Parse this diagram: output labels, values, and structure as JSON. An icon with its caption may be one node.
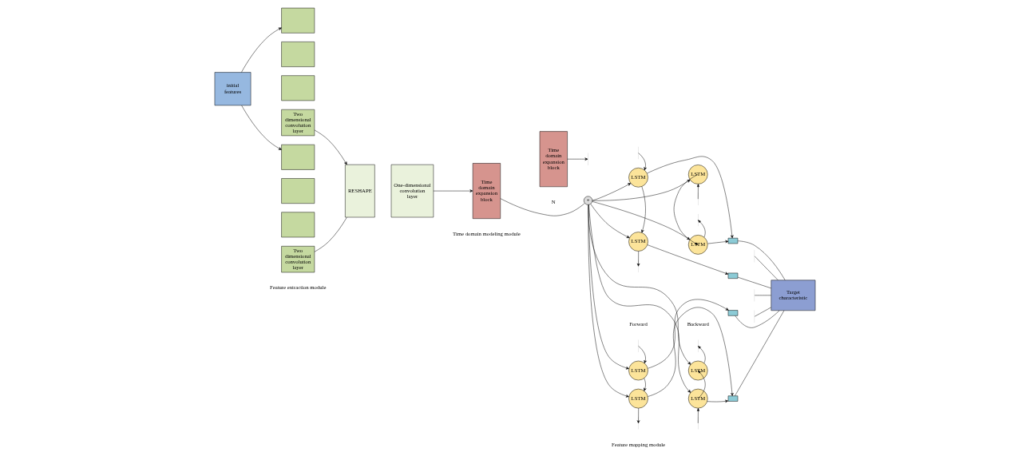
{
  "diagram": {
    "nodes": [
      {
        "text": [
          "initial features"
        ]
      },
      {
        "text": [],
        "shape": "box"
      },
      {
        "text": [],
        "shape": "box"
      },
      {
        "text": [],
        "shape": "box"
      },
      {
        "text": [
          "Two dimensional convolution layer"
        ]
      },
      {
        "text": [],
        "shape": "box"
      },
      {
        "text": [],
        "shape": "box"
      },
      {
        "text": [],
        "shape": "box"
      },
      {
        "text": [
          "Two dimensional convolution layer"
        ]
      },
      {
        "text": [
          "RESHAPE"
        ]
      },
      {
        "text": [
          "One-dimensional convolution layer"
        ]
      },
      {
        "text": [
          "Time domain expansion block"
        ]
      },
      {
        "text": [
          "Time domain expansion block"
        ]
      },
      {
        "text": [
          "+"
        ]
      },
      {
        "text": [
          "LSTM"
        ]
      },
      {
        "text": [
          "LSTM"
        ]
      },
      {
        "text": [
          "LSTM"
        ]
      },
      {
        "text": [
          "LSTM"
        ]
      },
      {
        "text": [
          "LSTM"
        ]
      },
      {
        "text": [
          "LSTM"
        ]
      },
      {
        "text": [
          "LSTM"
        ]
      },
      {
        "text": [
          "LSTM"
        ]
      },
      {
        "text": [],
        "shape": "box"
      },
      {
        "text": [],
        "shape": "box"
      },
      {
        "text": [],
        "shape": "box"
      },
      {
        "text": [],
        "shape": "box"
      },
      {
        "text": [
          "Target characteristic"
        ]
      }
    ],
    "edges": [
      {
        "from": 0,
        "to": 1,
        "arrow": "to"
      },
      {
        "from": 0,
        "to": 5,
        "arrow": "to"
      },
      {
        "from": 4,
        "to": 9,
        "arrow": "to"
      },
      {
        "from": 8,
        "to": 9,
        "arrow": "none"
      },
      {
        "from": 10,
        "to": 11,
        "arrow": "to"
      },
      {
        "from": 11,
        "to": 13,
        "arrow": "none"
      },
      {
        "from": 12,
        "to": null,
        "arrow": "to"
      },
      {
        "from": 13,
        "to": 14,
        "arrow": "to"
      },
      {
        "from": 13,
        "to": 15,
        "arrow": "to"
      },
      {
        "from": 13,
        "to": 16,
        "arrow": "to"
      },
      {
        "from": 13,
        "to": 17,
        "arrow": "to"
      },
      {
        "from": 13,
        "to": 18,
        "arrow": "to"
      },
      {
        "from": 13,
        "to": 19,
        "arrow": "to"
      },
      {
        "from": 13,
        "to": 20,
        "arrow": "to"
      },
      {
        "from": 13,
        "to": 21,
        "arrow": "to"
      },
      {
        "from": null,
        "to": 14,
        "arrow": "to"
      },
      {
        "from": 14,
        "to": 15,
        "arrow": "to"
      },
      {
        "from": 15,
        "to": null,
        "arrow": "to"
      },
      {
        "from": null,
        "to": 16,
        "arrow": "to"
      },
      {
        "from": 16,
        "to": 17,
        "arrow": "to"
      },
      {
        "from": 17,
        "to": null,
        "arrow": "to"
      },
      {
        "from": null,
        "to": 21,
        "arrow": "to"
      },
      {
        "from": 21,
        "to": 20,
        "arrow": "to"
      },
      {
        "from": 20,
        "to": null,
        "arrow": "to"
      },
      {
        "from": null,
        "to": 19,
        "arrow": "to"
      },
      {
        "from": 19,
        "to": 18,
        "arrow": "to"
      },
      {
        "from": 18,
        "to": null,
        "arrow": "to"
      },
      {
        "from": 18,
        "to": 22,
        "arrow": "to"
      },
      {
        "from": 14,
        "to": 22,
        "arrow": "to"
      },
      {
        "from": 15,
        "to": 23,
        "arrow": "to"
      },
      {
        "from": 16,
        "to": 24,
        "arrow": "to"
      },
      {
        "from": 21,
        "to": 25,
        "arrow": "to"
      },
      {
        "from": 17,
        "to": 25,
        "arrow": "to"
      },
      {
        "from": 22,
        "to": 26,
        "arrow": "none"
      },
      {
        "from": 23,
        "to": 26,
        "arrow": "none"
      },
      {
        "from": null,
        "to": 26,
        "arrow": "none"
      },
      {
        "from": null,
        "to": 26,
        "arrow": "none"
      },
      {
        "from": null,
        "to": 26,
        "arrow": "none"
      },
      {
        "from": 24,
        "to": 26,
        "arrow": "none"
      },
      {
        "from": 25,
        "to": 26,
        "arrow": "none"
      }
    ],
    "labels": [
      "Forward",
      "Backward",
      "N",
      "Feature extraction module",
      "Time domain modeling module",
      "Feature mapping module"
    ]
  }
}
